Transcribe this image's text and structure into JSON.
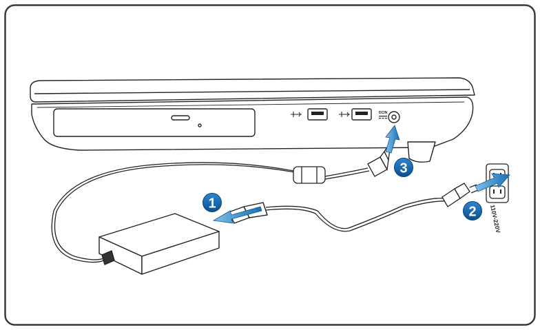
{
  "steps": [
    {
      "number": "1"
    },
    {
      "number": "2"
    },
    {
      "number": "3"
    }
  ],
  "labels": {
    "voltage": "110V-220V",
    "dc_in": "DCIN"
  },
  "icons": [
    "usb-icon",
    "usb-icon",
    "dc-in-icon",
    "arrow-icon",
    "power-outlet-icon",
    "power-adapter-icon",
    "laptop-icon"
  ],
  "colors": {
    "frame": "#333333",
    "step_badge": "#0a5fa8",
    "arrow": "#1a7cc1",
    "line": "#222222"
  }
}
